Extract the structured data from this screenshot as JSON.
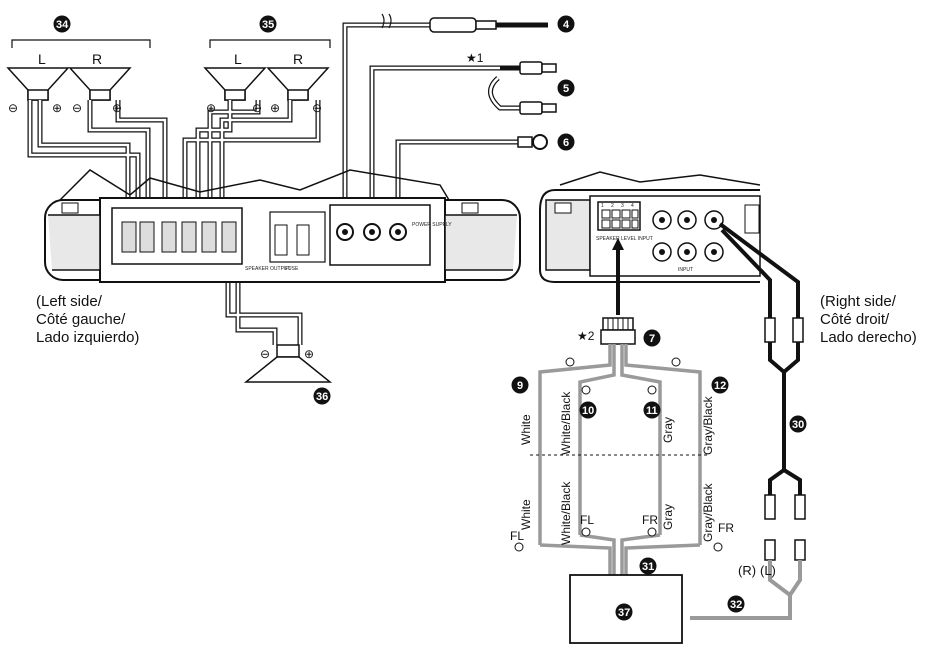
{
  "callouts": {
    "n34": "34",
    "n35": "35",
    "n4": "4",
    "n5": "5",
    "n6": "6",
    "n7": "7",
    "n9": "9",
    "n10": "10",
    "n11": "11",
    "n12": "12",
    "n30": "30",
    "n31": "31",
    "n32": "32",
    "n36": "36",
    "n37": "37"
  },
  "speakers": {
    "left": "L",
    "right": "R",
    "minus": "⊖",
    "plus": "⊕"
  },
  "stars": {
    "star1": "★1",
    "star2": "★2"
  },
  "left_caption": [
    "(Left side/",
    "Côté gauche/",
    "Lado izquierdo)"
  ],
  "right_caption": [
    "(Right side/",
    "Côté droit/",
    "Lado derecho)"
  ],
  "wires": {
    "white": "White",
    "white_black": "White/Black",
    "gray": "Gray",
    "gray_black": "Gray/Black"
  },
  "channels": {
    "fl": "FL",
    "fr": "FR"
  },
  "rca": {
    "r": "(R)",
    "l": "(L)"
  },
  "panel_text": {
    "speaker_output": "SPEAKER OUTPUT",
    "fuse": "FUSE",
    "power_supply": "POWER SUPPLY",
    "speaker_level_input": "SPEAKER LEVEL INPUT",
    "input": "INPUT",
    "ch": [
      "1",
      "2",
      "3",
      "4"
    ]
  },
  "colors": {
    "line": "#111111",
    "gray_cable": "#9a9a9a",
    "badge": "#111111"
  }
}
